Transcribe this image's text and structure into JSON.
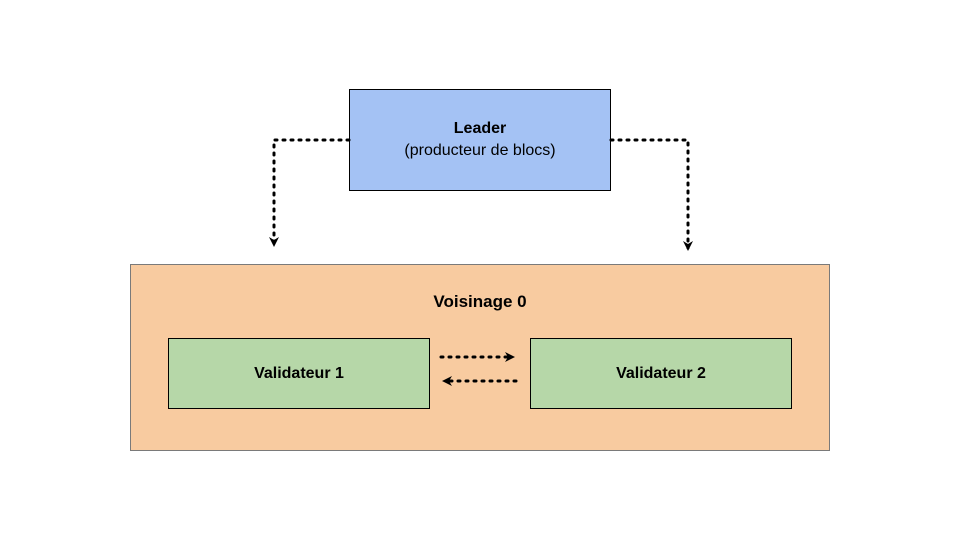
{
  "colors": {
    "leader_fill": "#a4c2f4",
    "neighborhood_fill": "#f8cba0",
    "validator_fill": "#b6d7a8",
    "stroke": "#000000"
  },
  "leader": {
    "title": "Leader",
    "subtitle": "(producteur de blocs)"
  },
  "neighborhood": {
    "title": "Voisinage 0",
    "validators": [
      {
        "label": "Validateur 1"
      },
      {
        "label": "Validateur 2"
      }
    ]
  }
}
